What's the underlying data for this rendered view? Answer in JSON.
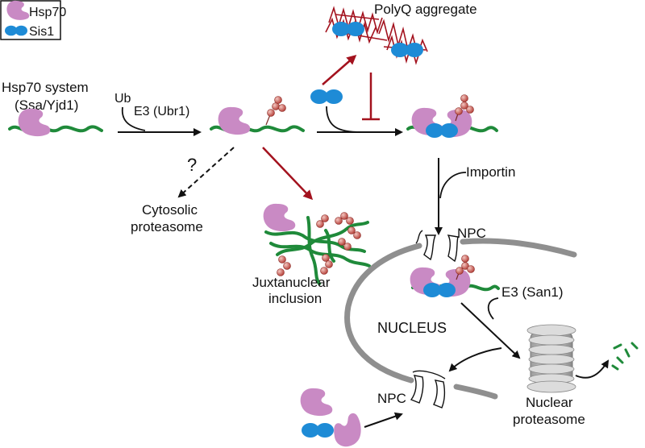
{
  "legend": {
    "hsp70": "Hsp70",
    "sis1": "Sis1"
  },
  "labels": {
    "hsp70_system_line1": "Hsp70 system",
    "hsp70_system_line2": "(Ssa/Yjd1)",
    "ub": "Ub",
    "e3_ubr1": "E3 (Ubr1)",
    "polyq": "PolyQ aggregate",
    "question": "?",
    "cytosolic_line1": "Cytosolic",
    "cytosolic_line2": "proteasome",
    "juxta_line1": "Juxtanuclear",
    "juxta_line2": "inclusion",
    "importin": "Importin",
    "npc_top": "NPC",
    "npc_bottom": "NPC",
    "e3_san1": "E3 (San1)",
    "nucleus": "NUCLEUS",
    "nuclear_line1": "Nuclear",
    "nuclear_line2": "proteasome"
  },
  "colors": {
    "hsp70": "#c98ac4",
    "sis1": "#1e8bd6",
    "substrate": "#1f8a3a",
    "ubiquitin": "#c0504d",
    "red_arrow": "#a3121e",
    "membrane": "#8f8f8f"
  }
}
